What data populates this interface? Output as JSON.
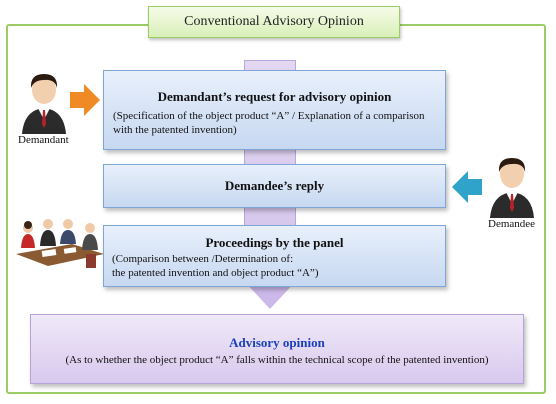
{
  "title": "Conventional Advisory Opinion",
  "steps": {
    "request": {
      "heading": "Demandant’s request for advisory opinion",
      "detail_line1": "(Specification of the object product “A” / Explanation of a comparison",
      "detail_line2": "with the patented invention)"
    },
    "reply": {
      "heading": "Demandee’s reply"
    },
    "proceedings": {
      "heading": "Proceedings by the panel",
      "detail_line1": "(Comparison between /Determination of:",
      "detail_line2": "the patented invention and object product “A”)"
    }
  },
  "result": {
    "heading": "Advisory opinion",
    "detail": "(As to whether the object product “A” falls within the technical scope of the patented invention)"
  },
  "parties": {
    "demandant": "Demandant",
    "demandee": "Demandee"
  },
  "colors": {
    "frame": "#9ccc65",
    "box_border": "#7fa6d6",
    "result_heading": "#1a3fbf",
    "arrow_demandant": "#f08a24",
    "arrow_demandee": "#2fa3c9"
  },
  "icons": [
    "demandant-person-icon",
    "demandee-person-icon",
    "panel-meeting-icon",
    "right-arrow-icon",
    "left-arrow-icon"
  ]
}
